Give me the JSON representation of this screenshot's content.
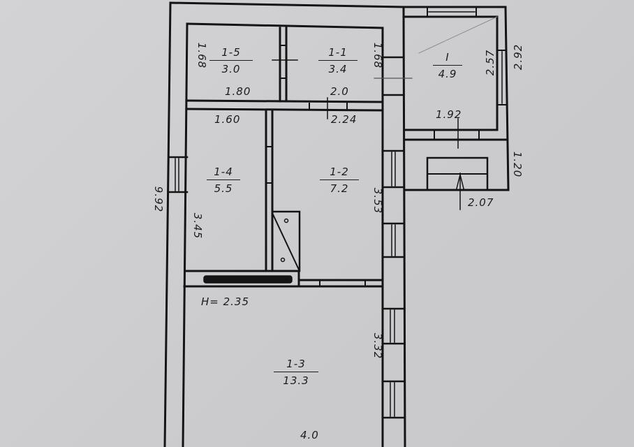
{
  "plan": {
    "ceiling_height": "H= 2.35",
    "overall_length": "9.92",
    "rooms": [
      {
        "id": "1-5",
        "area": "3.0"
      },
      {
        "id": "1-1",
        "area": "3.4"
      },
      {
        "id": "I",
        "area": "4.9"
      },
      {
        "id": "1-4",
        "area": "5.5"
      },
      {
        "id": "1-2",
        "area": "7.2"
      },
      {
        "id": "1-3",
        "area": "13.3"
      }
    ],
    "dimensions": {
      "room_1_5_height": "1.68",
      "room_1_5_width": "1.80",
      "room_1_1_width": "2.0",
      "room_1_1_height": "1.68",
      "room_I_height": "2.57",
      "room_I_outer_height": "2.92",
      "room_I_width": "1.92",
      "porch_depth": "1.20",
      "porch_width": "2.07",
      "room_1_4_width": "1.60",
      "room_1_4_height": "3.45",
      "room_1_2_width": "2.24",
      "room_1_2_height": "3.53",
      "room_1_3_height": "3.32",
      "room_1_3_width": "4.0"
    }
  }
}
